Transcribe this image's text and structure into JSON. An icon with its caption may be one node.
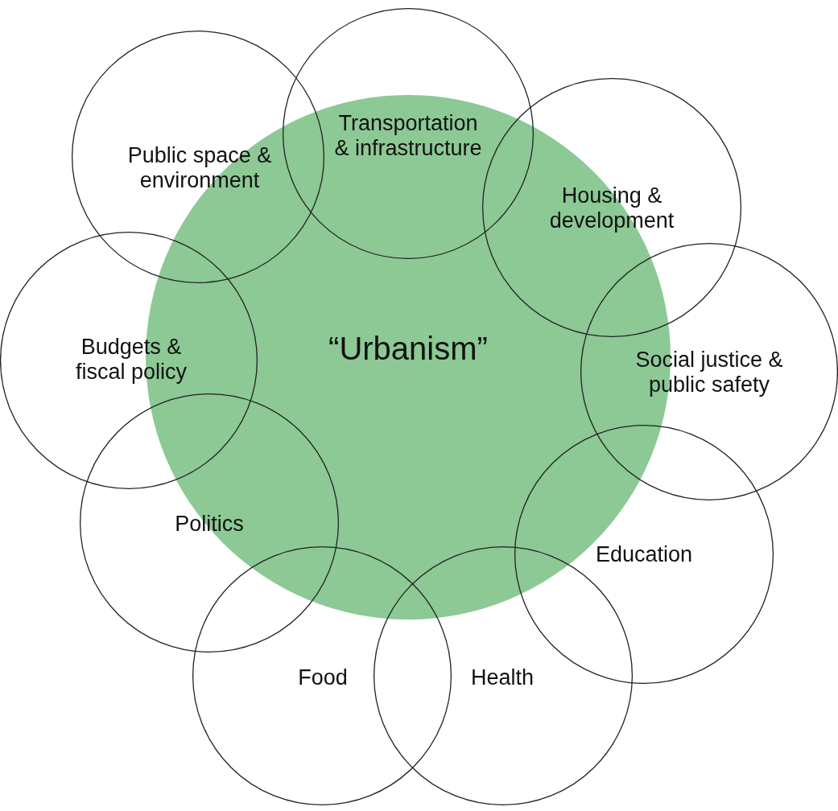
{
  "diagram": {
    "nodes": [
      {
        "text": [
          "“Urbanism”"
        ]
      },
      {
        "text": [
          "Transportation & infrastructure"
        ]
      },
      {
        "text": [
          "Public space & environment"
        ]
      },
      {
        "text": [
          "Housing & development"
        ]
      },
      {
        "text": [
          "Budgets & fiscal policy"
        ]
      },
      {
        "text": [
          "Social justice & public safety"
        ]
      },
      {
        "text": [
          "Politics"
        ]
      },
      {
        "text": [
          "Education"
        ]
      },
      {
        "text": [
          "Food"
        ]
      },
      {
        "text": [
          "Health"
        ]
      }
    ]
  }
}
